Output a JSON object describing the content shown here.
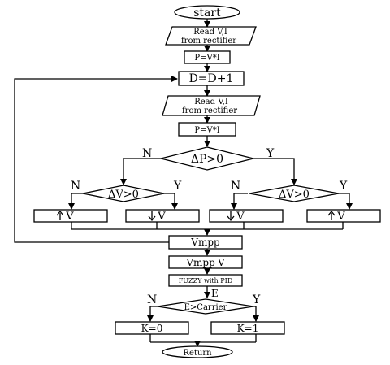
{
  "nodes": {
    "start": "start",
    "read1_line1": "Read V,I",
    "read1_line2": "from rectifier",
    "power1": "P=V*I",
    "increment": "D=D+1",
    "read2_line1": "Read V,I",
    "read2_line2": "from rectifier",
    "power2": "P=V*I",
    "decision_dp": "ΔP>0",
    "decision_dv_left": "ΔV>0",
    "decision_dv_right": "ΔV>0",
    "box_ll": "V",
    "box_lr": "V",
    "box_rl": "V",
    "box_rr": "V",
    "vmpp": "Vmpp",
    "vmpp_v": "Vmpp-V",
    "fuzzy": "FUZZY with PID",
    "decision_carrier": "E>Carrier",
    "k0": "K=0",
    "k1": "K=1",
    "return": "Return"
  },
  "labels": {
    "dp_no": "N",
    "dp_yes": "Y",
    "dvl_no": "N",
    "dvl_yes": "Y",
    "dvr_no": "N",
    "dvr_yes": "Y",
    "error": "E",
    "carrier_no": "N",
    "carrier_yes": "Y"
  },
  "icons": {
    "box_ll": "arrow-up",
    "box_lr": "arrow-down",
    "box_rl": "arrow-down",
    "box_rr": "arrow-up"
  }
}
